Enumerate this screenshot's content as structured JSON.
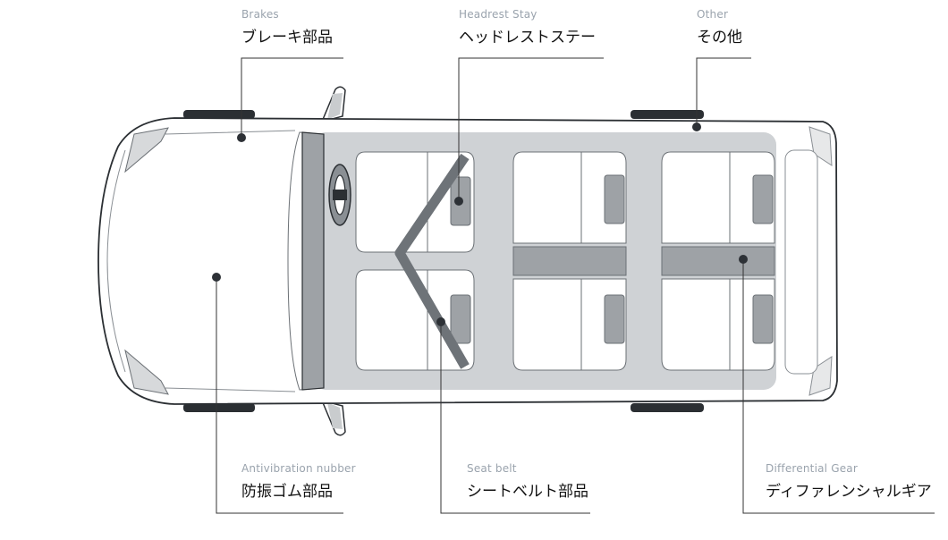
{
  "parts": {
    "brakes": {
      "en": "Brakes",
      "jp": "ブレーキ部品"
    },
    "headrest_stay": {
      "en": "Headrest Stay",
      "jp": "ヘッドレストステー"
    },
    "other": {
      "en": "Other",
      "jp": "その他"
    },
    "antivibration": {
      "en": "Antivibration nubber",
      "jp": "防振ゴム部品"
    },
    "seat_belt": {
      "en": "Seat belt",
      "jp": "シートベルト部品"
    },
    "differential_gear": {
      "en": "Differential Gear",
      "jp": "ディファレンシャルギア"
    }
  },
  "colors": {
    "floor": "#cfd2d5",
    "body_fill": "#ffffff",
    "outline": "#2b2f33",
    "seat_outline": "#6b7075",
    "belt": "#6e7378",
    "headrest": "#9ea2a6",
    "marker": "#2d3136",
    "leader": "#333333",
    "label_en": "#9aa3ad",
    "label_jp": "#111111"
  }
}
